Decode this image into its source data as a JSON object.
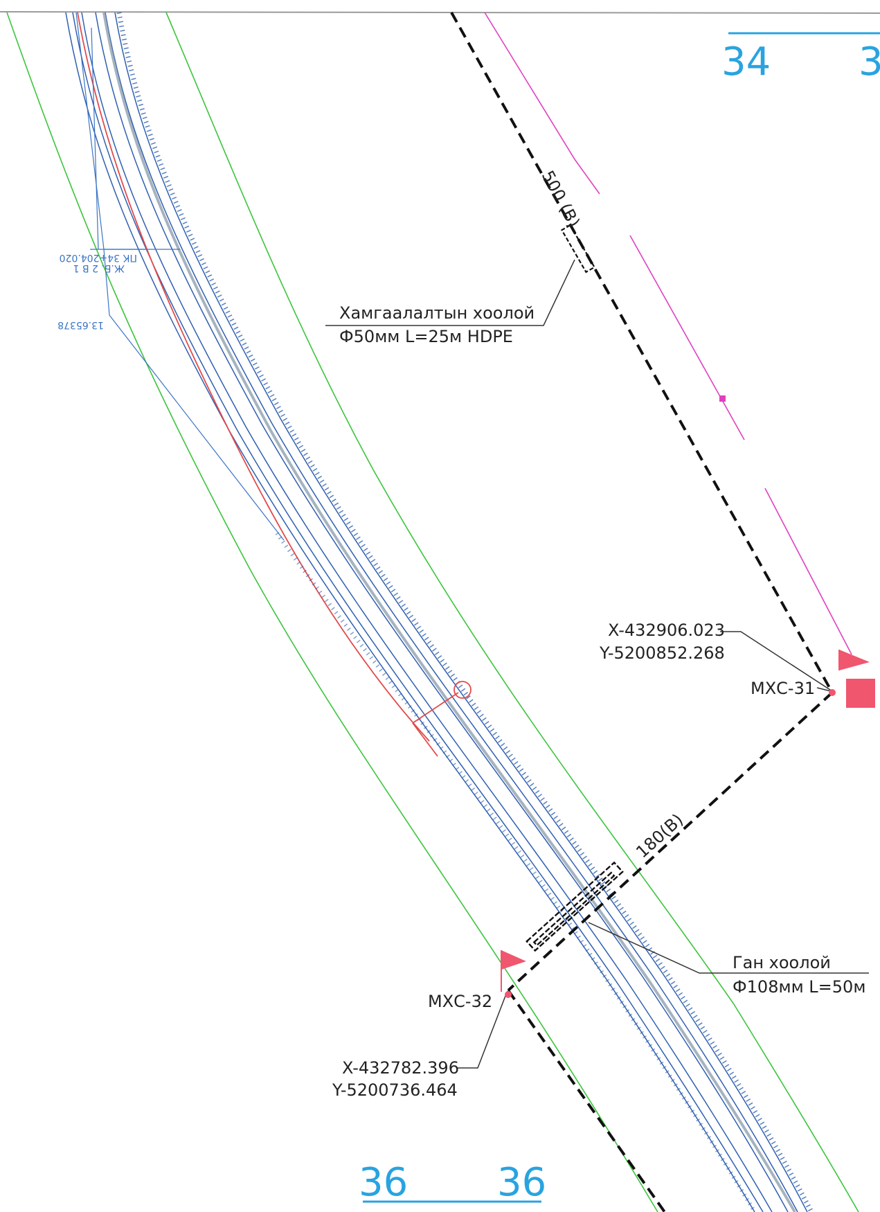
{
  "section_marks": {
    "top_left": "34",
    "top_right": "3",
    "bottom_left": "36",
    "bottom_right": "36"
  },
  "conduit_small": {
    "line1": "Хамгаалалтын хоолой",
    "line2": "Ф50мм L=25м HDPE"
  },
  "conduit_large": {
    "line1": "Ган хоолой",
    "line2": "Ф108мм L=50м"
  },
  "cable_upper_label": "500 (В)",
  "cable_lower_label": "180(В)",
  "pole_upper": {
    "name": "МХС-31",
    "x": "X-432906.023",
    "y": "Y-5200852.268"
  },
  "pole_lower": {
    "name": "МХС-32",
    "x": "X-432782.396",
    "y": "Y-5200736.464"
  },
  "chainage_label": "ПК 34+204.020",
  "chainage_sub": "Ж.Б. 2 В 1",
  "chainage_value": "13.65378",
  "colors": {
    "road_edge": "#2e5fb0",
    "centerline": "#e24a4a",
    "boundary": "#3cc43c",
    "power_line": "#e040c0",
    "cable": "#111111",
    "pole": "#f0566e",
    "section": "#29a3e0"
  }
}
